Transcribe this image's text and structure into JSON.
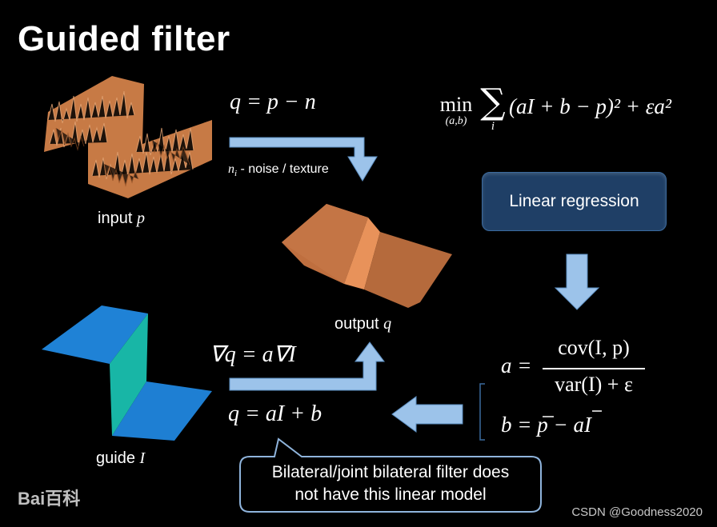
{
  "title": "Guided filter",
  "labels": {
    "input": "input ",
    "input_var": "p",
    "output": "output ",
    "output_var": "q",
    "guide": "guide ",
    "guide_var": "I",
    "noise_var": "n",
    "noise_sub": "i",
    "noise_text": " - noise / texture"
  },
  "equations": {
    "q_eq": "q = p − n",
    "grad_eq": "∇q = a∇I",
    "linear_eq": "q = aI + b",
    "min_word": "min",
    "min_sub": "(a,b)",
    "sum_sub": "i",
    "objective": "(aI + b − p)² + εa²",
    "a_lhs": "a =",
    "a_num": "cov(I, p)",
    "a_den": "var(I) + ε",
    "b_eq": "b = p − aI"
  },
  "regression_button": "Linear regression",
  "callout": {
    "line1": "Bilateral/joint bilateral filter does",
    "line2": "not have this linear model"
  },
  "watermarks": {
    "baidu": "Bai百科",
    "csdn": "CSDN @Goodness2020"
  },
  "colors": {
    "arrow": "#9cc3ea",
    "noisy_surface": "#c87a45",
    "output_surface": "#c07040",
    "guide_surface": "#1f82d6",
    "guide_step": "#17b8a8",
    "button": "#1f3f66"
  }
}
